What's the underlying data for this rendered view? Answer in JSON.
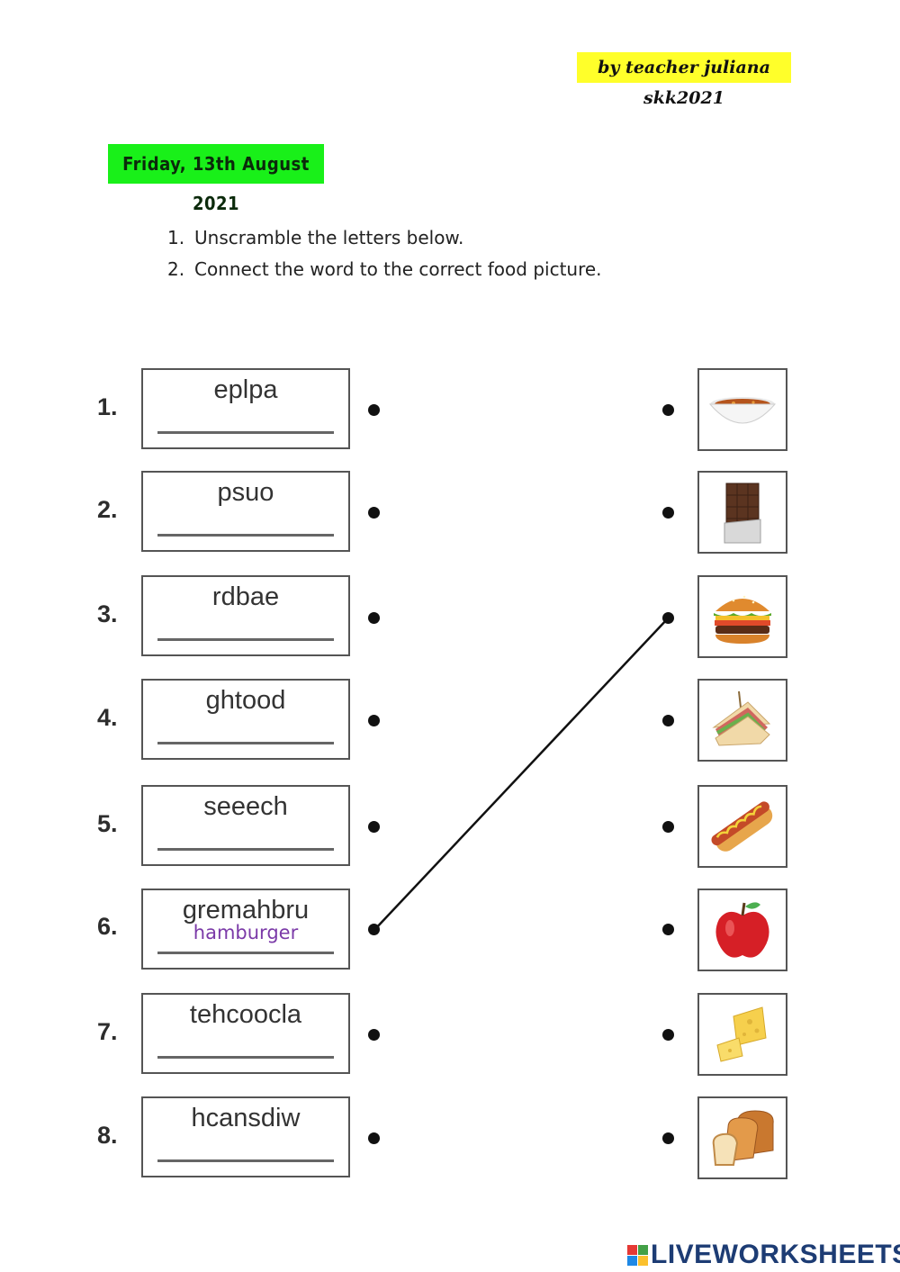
{
  "author": "by teacher juliana skk2021",
  "date": "Friday, 13th August 2021",
  "instructions": [
    {
      "num": "1.",
      "text": "Unscramble the letters below."
    },
    {
      "num": "2.",
      "text": "Connect the word to the correct food picture."
    }
  ],
  "items": [
    {
      "num": "1.",
      "scrambled": "eplpa",
      "answer": ""
    },
    {
      "num": "2.",
      "scrambled": "psuo",
      "answer": ""
    },
    {
      "num": "3.",
      "scrambled": "rdbae",
      "answer": ""
    },
    {
      "num": "4.",
      "scrambled": "ghtood",
      "answer": ""
    },
    {
      "num": "5.",
      "scrambled": "seeech",
      "answer": ""
    },
    {
      "num": "6.",
      "scrambled": "gremahbru",
      "answer": "hamburger"
    },
    {
      "num": "7.",
      "scrambled": "tehcoocla",
      "answer": ""
    },
    {
      "num": "8.",
      "scrambled": "hcansdiw",
      "answer": ""
    }
  ],
  "pictures": [
    "soup-bowl-icon",
    "chocolate-bar-icon",
    "hamburger-icon",
    "sandwich-icon",
    "hot-dog-icon",
    "apple-icon",
    "cheese-icon",
    "bread-icon"
  ],
  "connection": {
    "from_item": 6,
    "to_picture": 3
  },
  "logo": {
    "text": "LIVEWORKSHEETS",
    "colors": [
      "#e53935",
      "#43a047",
      "#1e88e5",
      "#fbc02d"
    ]
  }
}
